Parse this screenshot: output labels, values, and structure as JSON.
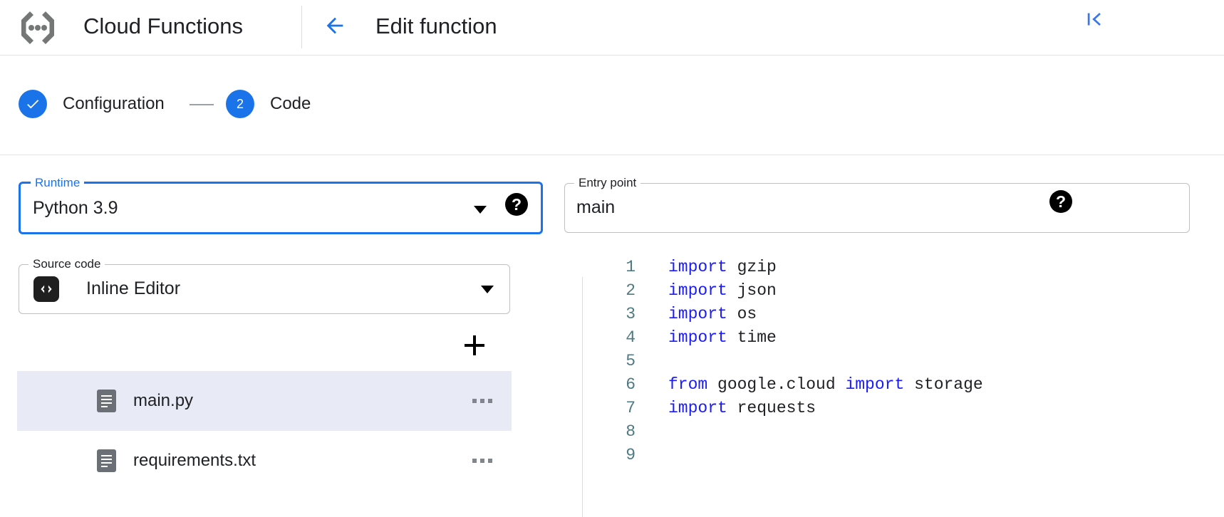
{
  "header": {
    "product_title": "Cloud Functions",
    "product_logo_icon": "cloud-functions-logo",
    "back_icon": "arrow-left-icon",
    "page_title": "Edit function",
    "collapse_icon": "collapse-panel-icon"
  },
  "stepper": {
    "steps": [
      {
        "marker": "✓",
        "label": "Configuration",
        "state": "complete"
      },
      {
        "marker": "2",
        "label": "Code",
        "state": "active"
      }
    ]
  },
  "form": {
    "runtime": {
      "legend": "Runtime",
      "value": "Python 3.9",
      "focused": true,
      "help_icon": "help-icon",
      "arrow_icon": "chevron-down-icon"
    },
    "entry_point": {
      "legend": "Entry point",
      "value": "main",
      "focused": false,
      "help_icon": "help-icon"
    },
    "source_code": {
      "legend": "Source code",
      "value": "Inline Editor",
      "badge_icon": "code-brackets-icon",
      "badge_glyph": "<>",
      "arrow_icon": "chevron-down-icon"
    }
  },
  "files": {
    "add_button_icon": "add-file-icon",
    "items": [
      {
        "name": "main.py",
        "icon": "file-icon",
        "menu_icon": "more-options-icon",
        "selected": true
      },
      {
        "name": "requirements.txt",
        "icon": "file-icon",
        "menu_icon": "more-options-icon",
        "selected": false
      }
    ]
  },
  "editor": {
    "language": "python",
    "lines": [
      {
        "no": "1",
        "tokens": [
          {
            "t": "import",
            "c": "kw"
          },
          {
            "t": " gzip",
            "c": "id"
          }
        ]
      },
      {
        "no": "2",
        "tokens": [
          {
            "t": "import",
            "c": "kw"
          },
          {
            "t": " json",
            "c": "id"
          }
        ]
      },
      {
        "no": "3",
        "tokens": [
          {
            "t": "import",
            "c": "kw"
          },
          {
            "t": " os",
            "c": "id"
          }
        ]
      },
      {
        "no": "4",
        "tokens": [
          {
            "t": "import",
            "c": "kw"
          },
          {
            "t": " time",
            "c": "id"
          }
        ]
      },
      {
        "no": "5",
        "tokens": []
      },
      {
        "no": "6",
        "tokens": [
          {
            "t": "from",
            "c": "kw"
          },
          {
            "t": " google.cloud ",
            "c": "id"
          },
          {
            "t": "import",
            "c": "kw"
          },
          {
            "t": " storage",
            "c": "id"
          }
        ]
      },
      {
        "no": "7",
        "tokens": [
          {
            "t": "import",
            "c": "kw"
          },
          {
            "t": " requests",
            "c": "id"
          }
        ]
      },
      {
        "no": "8",
        "tokens": []
      },
      {
        "no": "9",
        "tokens": []
      }
    ]
  },
  "colors": {
    "accent": "#1a73e8",
    "selected_row": "#e8eaf6",
    "keyword": "#1a1aff",
    "line_number": "#4f7a82",
    "border": "#bdc1c6",
    "text": "#202124"
  }
}
